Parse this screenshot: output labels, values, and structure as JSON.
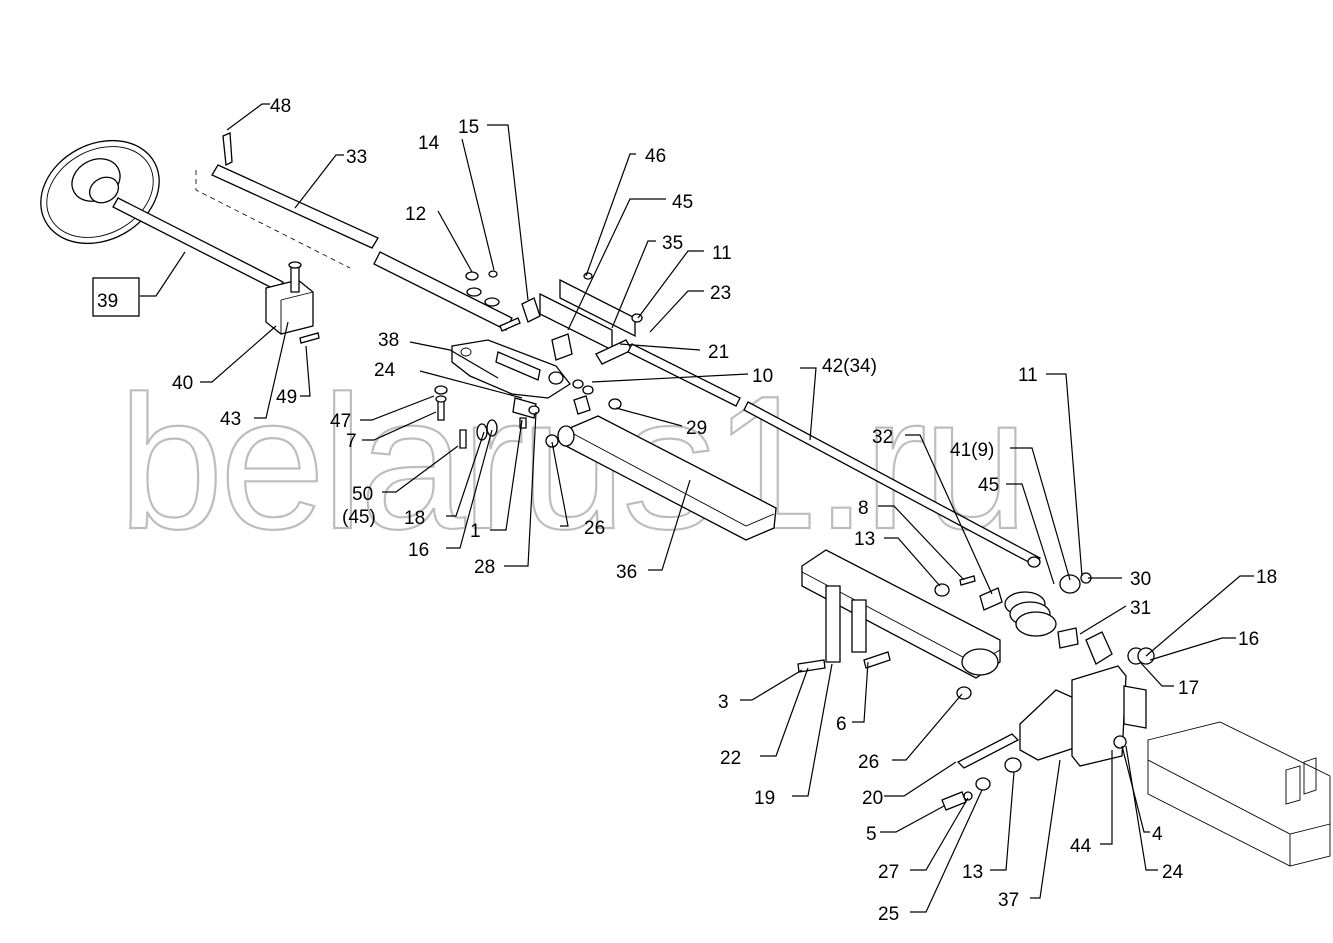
{
  "watermark": "belarus1.ru",
  "labels": {
    "p48": "48",
    "p33": "33",
    "p15": "15",
    "p14": "14",
    "p46": "46",
    "p45a": "45",
    "p35": "35",
    "p12": "12",
    "p11a": "11",
    "p23": "23",
    "p39": "39",
    "p21": "21",
    "p38": "38",
    "p24a": "24",
    "p10": "10",
    "p42": "42(34)",
    "p40": "40",
    "p43": "43",
    "p49": "49",
    "p47": "47",
    "p29": "29",
    "p11b": "11",
    "p7": "7",
    "p32": "32",
    "p41": "41(9)",
    "p50": "50",
    "p45b": "(45)",
    "p18a": "18",
    "p26a": "26",
    "p45c": "45",
    "p1": "1",
    "p16a": "16",
    "p28": "28",
    "p36": "36",
    "p8": "8",
    "p13a": "13",
    "p30": "30",
    "p18b": "18",
    "p31": "31",
    "p16b": "16",
    "p17": "17",
    "p3": "3",
    "p6": "6",
    "p22": "22",
    "p26b": "26",
    "p19": "19",
    "p20": "20",
    "p5": "5",
    "p4": "4",
    "p44": "44",
    "p27": "27",
    "p13b": "13",
    "p24b": "24",
    "p25": "25",
    "p37": "37"
  }
}
